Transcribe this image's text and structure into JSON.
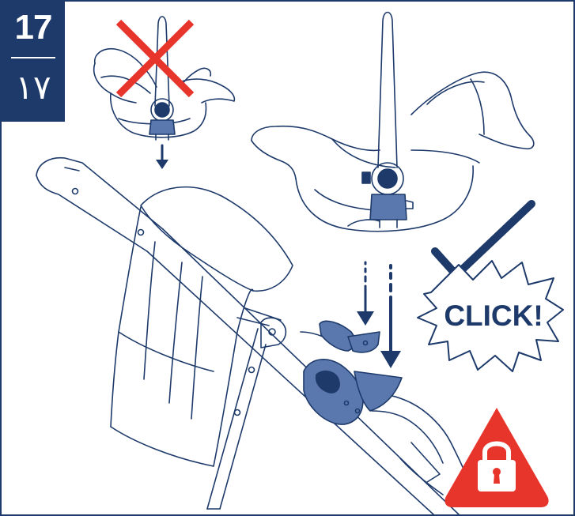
{
  "step": {
    "number": "17",
    "number_arabic": "١٧"
  },
  "callouts": {
    "click_label": "CLICK!"
  },
  "icons": {
    "wrong": "cross-icon",
    "correct": "checkmark-icon",
    "locked": "padlock-warning-icon"
  },
  "colors": {
    "navy": "#1d3a6b",
    "part_blue": "#5a78ad",
    "cross_red": "#e8352c",
    "lock_red": "#e8352c"
  }
}
